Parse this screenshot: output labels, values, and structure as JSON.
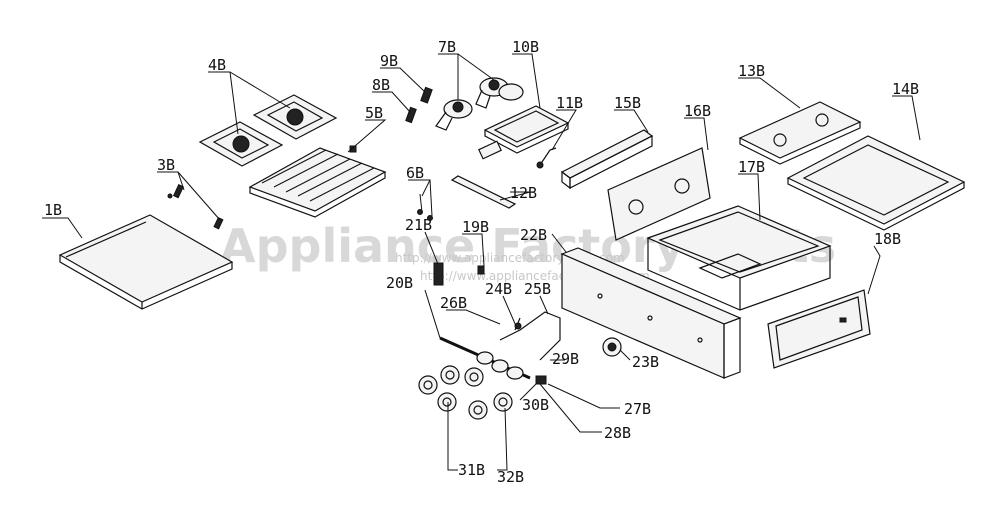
{
  "watermark": {
    "main": "Appliance Factory Parts",
    "url1": "http://www.appliancefactoryparts.com",
    "url2": "http://www.appliancefactoryparts.com"
  },
  "labels": {
    "p1B": "1B",
    "p3B": "3B",
    "p4B": "4B",
    "p5B": "5B",
    "p6B": "6B",
    "p7B": "7B",
    "p8B": "8B",
    "p9B": "9B",
    "p10B": "10B",
    "p11B": "11B",
    "p12B": "12B",
    "p13B": "13B",
    "p14B": "14B",
    "p15B": "15B",
    "p16B": "16B",
    "p17B": "17B",
    "p18B": "18B",
    "p19B": "19B",
    "p20B": "20B",
    "p21B": "21B",
    "p22B": "22B",
    "p23B": "23B",
    "p24B": "24B",
    "p25B": "25B",
    "p26B": "26B",
    "p27B": "27B",
    "p28B": "28B",
    "p29B": "29B",
    "p30B": "30B",
    "p31B": "31B",
    "p32B": "32B"
  }
}
